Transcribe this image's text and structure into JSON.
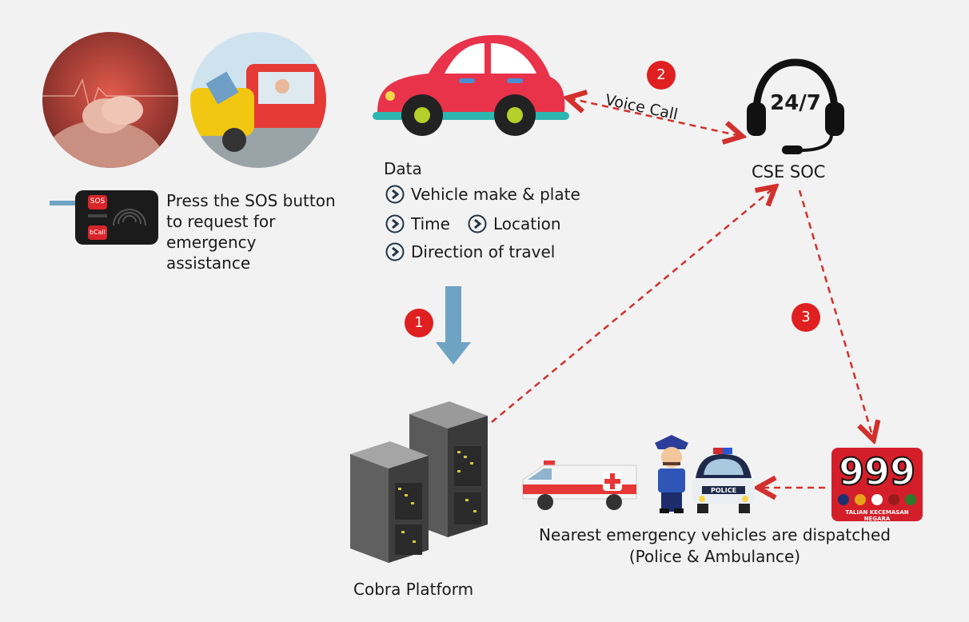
{
  "sos_panel": {
    "sos_label": "SOS",
    "bcall_label": "bCall",
    "instruction": "Press the SOS button to request for emergency assistance"
  },
  "data_block": {
    "heading": "Data",
    "items": [
      "Vehicle make & plate",
      "Time",
      "Location",
      "Direction of travel"
    ]
  },
  "steps": [
    {
      "number": "1"
    },
    {
      "number": "2",
      "label": "Voice Call"
    },
    {
      "number": "3"
    }
  ],
  "soc": {
    "headset_text": "24/7",
    "label": "CSE SOC"
  },
  "platform": {
    "label": "Cobra Platform"
  },
  "hotline": {
    "number": "999",
    "tagline": "TALIAN KECEMASAN NEGARA"
  },
  "dispatch": {
    "line1": "Nearest emergency vehicles are dispatched",
    "line2": "(Police & Ambulance)",
    "police_car_label": "POLICE"
  },
  "colors": {
    "arrow_red": "#d2302c",
    "step_badge": "#e02020",
    "flow_arrow": "#6fa3c3",
    "car_red": "#e8334a"
  }
}
